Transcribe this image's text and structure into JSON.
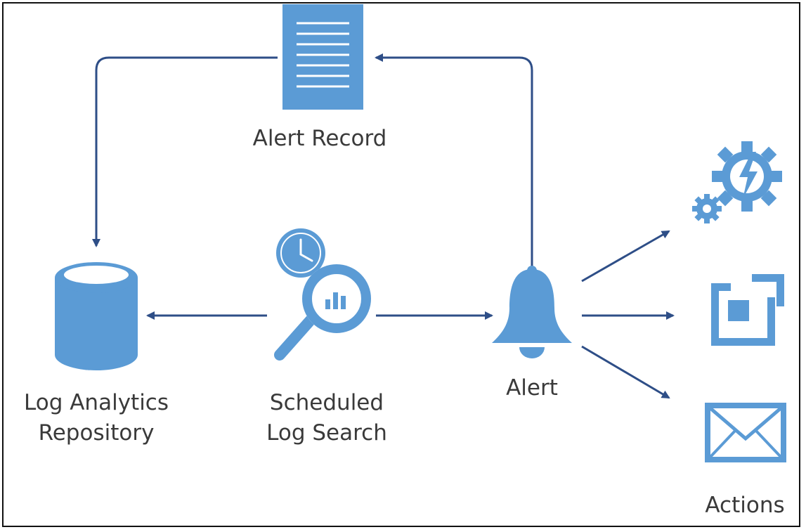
{
  "colors": {
    "icon": "#5b9bd5",
    "arrow": "#2e4e87",
    "text": "#3a3a3a",
    "border": "#111111"
  },
  "nodes": {
    "alert_record": {
      "label": "Alert Record",
      "icon": "document-icon"
    },
    "repository": {
      "label_line1": "Log Analytics",
      "label_line2": "Repository",
      "icon": "database-icon"
    },
    "scheduled_search": {
      "label_line1": "Scheduled",
      "label_line2": "Log Search",
      "icon": "clock-magnifier-icon"
    },
    "alert": {
      "label": "Alert",
      "icon": "bell-icon"
    },
    "actions": {
      "label": "Actions",
      "items": [
        {
          "icon": "automation-gear-icon"
        },
        {
          "icon": "webhook-icon"
        },
        {
          "icon": "email-icon"
        }
      ]
    }
  }
}
